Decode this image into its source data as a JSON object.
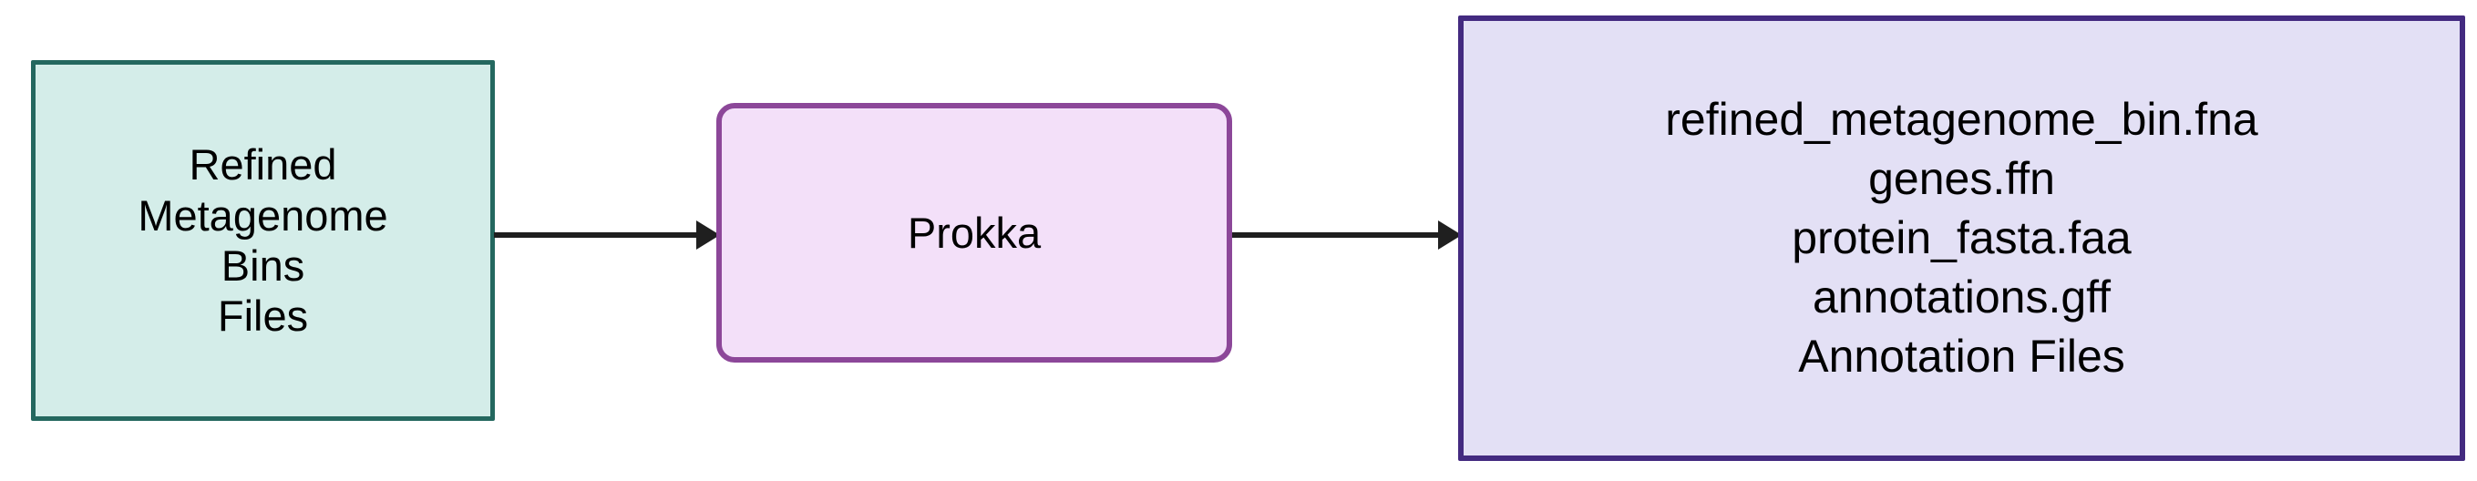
{
  "diagram": {
    "type": "flowchart",
    "orientation": "left-to-right",
    "background_color": "#ffffff",
    "nodes": [
      {
        "id": "input",
        "label": "Refined\nMetagenome\nBins\nFiles",
        "lines": [
          "Refined",
          "Metagenome",
          "Bins",
          "Files"
        ],
        "shape": "rectangle",
        "fill_color": "#d4ede9",
        "border_color": "#24685f",
        "text_color": "#000000"
      },
      {
        "id": "process",
        "label": "Prokka",
        "lines": [
          "Prokka"
        ],
        "shape": "rounded-rectangle",
        "fill_color": "#f3e0f9",
        "border_color": "#8c4799",
        "text_color": "#000000"
      },
      {
        "id": "output",
        "label": "refined_metagenome_bin.fna\ngenes.ffn\nprotein_fasta.faa\nannotations.gff\nAnnotation Files",
        "lines": [
          "refined_metagenome_bin.fna",
          "genes.ffn",
          "protein_fasta.faa",
          "annotations.gff",
          "Annotation Files"
        ],
        "shape": "rectangle",
        "fill_color": "#e3e0f5",
        "border_color": "#432a80",
        "text_color": "#000000"
      }
    ],
    "edges": [
      {
        "id": "edge-1",
        "from": "input",
        "to": "process",
        "label": "",
        "color": "#1f1f1f",
        "arrow": "triangle"
      },
      {
        "id": "edge-2",
        "from": "process",
        "to": "output",
        "label": "",
        "color": "#1f1f1f",
        "arrow": "triangle"
      }
    ]
  }
}
